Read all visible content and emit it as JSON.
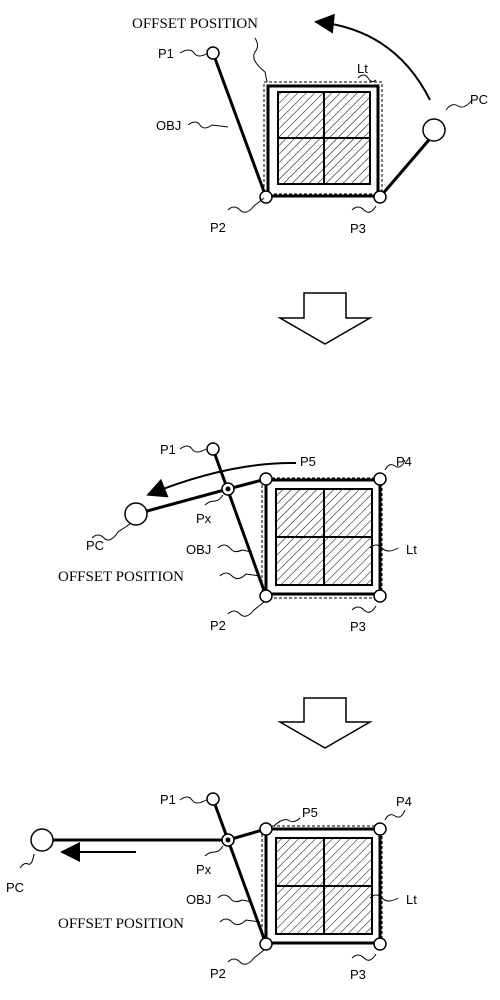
{
  "labels": {
    "p1": "P1",
    "p2": "P2",
    "p3": "P3",
    "p4": "P4",
    "p5": "P5",
    "px": "Px",
    "pc": "PC",
    "obj": "OBJ",
    "lt": "Lt",
    "offset_position": "OFFSET POSITION"
  }
}
